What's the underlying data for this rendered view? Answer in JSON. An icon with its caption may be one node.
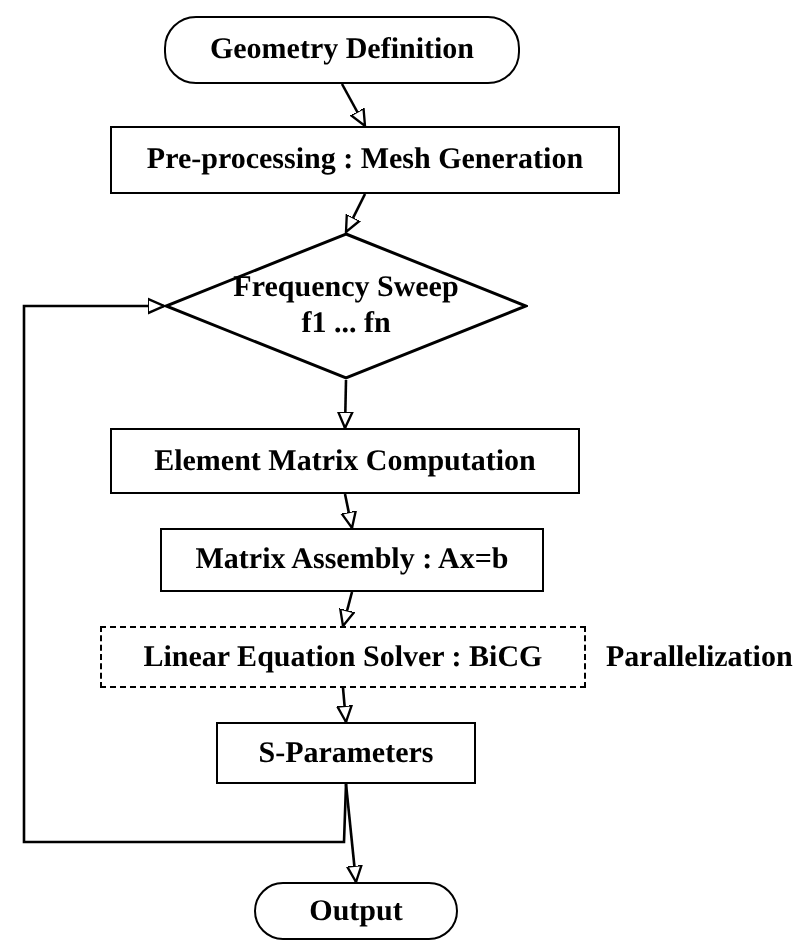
{
  "diagram": {
    "nodes": [
      {
        "text": [
          "Geometry Definition"
        ]
      },
      {
        "text": [
          "Pre-processing : Mesh Generation"
        ]
      },
      {
        "text": [
          "Frequency Sweep f1 ... fn"
        ]
      },
      {
        "text": [
          "Element Matrix Computation"
        ]
      },
      {
        "text": [
          "Matrix Assembly : Ax=b"
        ]
      },
      {
        "text": [
          "Linear Equation Solver : BiCG"
        ],
        "beside": [
          "Parallelization"
        ]
      },
      {
        "text": [
          "S-Parameters"
        ]
      },
      {
        "text": [
          "Output"
        ]
      }
    ],
    "edges": [
      {
        "from": 0,
        "to": 1,
        "arrow": "to"
      },
      {
        "from": 1,
        "to": 2,
        "arrow": "to"
      },
      {
        "from": 2,
        "to": 3,
        "arrow": "to"
      },
      {
        "from": 3,
        "to": 4,
        "arrow": "to"
      },
      {
        "from": 4,
        "to": 5,
        "arrow": "to"
      },
      {
        "from": 5,
        "to": 6,
        "arrow": "to"
      },
      {
        "from": 6,
        "to": 7,
        "arrow": "to"
      },
      {
        "from": 6,
        "to": 2,
        "arrow": "to"
      }
    ]
  }
}
